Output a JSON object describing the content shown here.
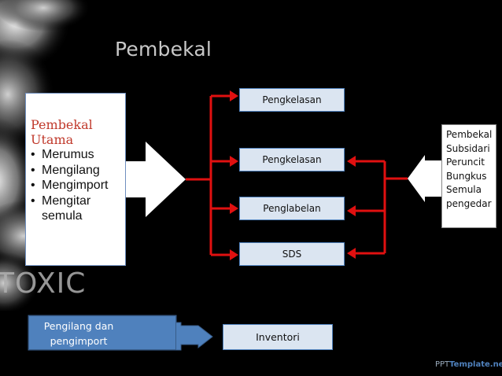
{
  "slide": {
    "title": "Pembekal",
    "watermark": "TOXIC",
    "brand": {
      "part1": "PPT",
      "part2": "Template.net"
    }
  },
  "main_supplier": {
    "heading_line1": "Pembekal",
    "heading_line2": "Utama",
    "items": [
      "Merumus",
      "Mengilang",
      "Mengimport",
      "Mengitar",
      "semula"
    ]
  },
  "center_boxes": [
    "Pengkelasan",
    "Pengkelasan",
    "Penglabelan",
    "SDS"
  ],
  "secondary_supplier": {
    "lines": [
      "Pembekal",
      "Subsidari",
      "Peruncit",
      "Bungkus",
      "Semula",
      "pengedar"
    ]
  },
  "bottom": {
    "source_line1": "Pengilang dan",
    "source_line2": "pengimport",
    "target": "Inventori"
  },
  "colors": {
    "arrow_red": "#e01010",
    "box_fill": "#dbe5f1",
    "box_border": "#4f81bd",
    "bottom_fill": "#4f81bd",
    "heading_red": "#c0392b"
  }
}
